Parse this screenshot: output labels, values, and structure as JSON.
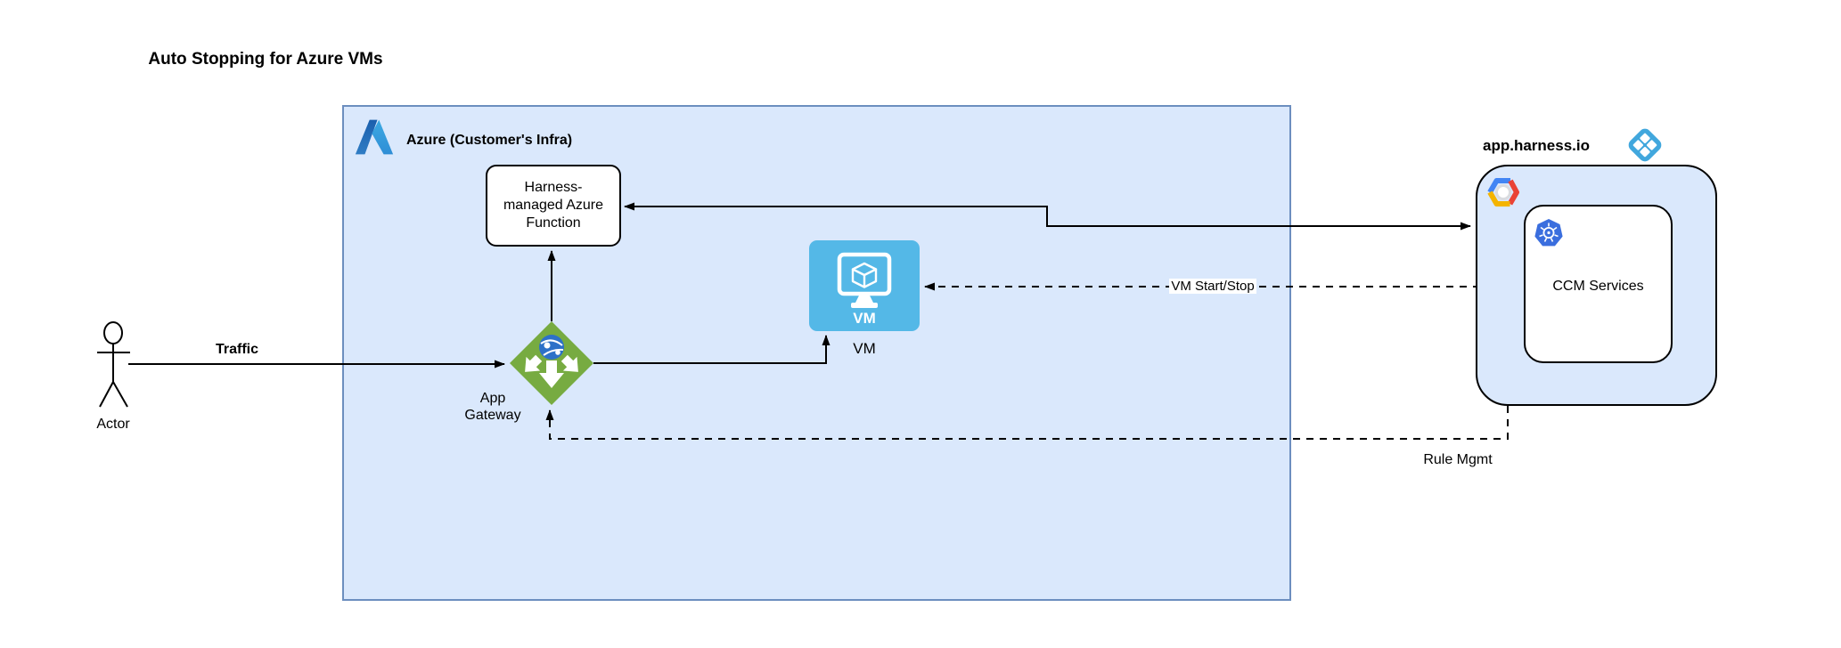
{
  "diagram": {
    "title": "Auto Stopping for Azure VMs",
    "actor": {
      "label": "Actor"
    },
    "connectors": {
      "traffic": {
        "label": "Traffic",
        "style": "solid"
      },
      "gateway_to_function": {
        "label": "",
        "style": "solid"
      },
      "gateway_to_vm": {
        "label": "",
        "style": "solid"
      },
      "function_harness": {
        "label": "",
        "style": "solid"
      },
      "vm_start_stop": {
        "label": "VM Start/Stop",
        "style": "dashed"
      },
      "rule_mgmt": {
        "label": "Rule Mgmt",
        "style": "dashed"
      }
    },
    "azure_group": {
      "label": "Azure (Customer's Infra)",
      "fill": "#dae8fc",
      "border": "#6c8ebf",
      "function_node": {
        "label": "Harness-managed Azure Function"
      },
      "app_gateway": {
        "label": "App Gateway",
        "fill": "#77ab41"
      },
      "vm": {
        "icon_label": "VM",
        "label": "VM",
        "fill": "#54b8e7"
      }
    },
    "harness_group": {
      "label": "app.harness.io",
      "fill": "#dae8fc",
      "ccm_services": {
        "label": "CCM Services"
      }
    },
    "icons": {
      "azure_logo": "azure-logo",
      "harness_logo": "harness-logo",
      "gcp_logo": "gcp-logo",
      "kubernetes_logo": "kubernetes-logo",
      "app_gateway_icon": "azure-app-gateway-icon",
      "vm_icon": "azure-vm-icon",
      "actor_icon": "actor-stick-figure"
    },
    "colors": {
      "group_fill": "#dae8fc",
      "azure_border": "#6c8ebf",
      "vm_fill": "#54b8e7",
      "gateway_green": "#77ab41",
      "line": "#000000"
    }
  }
}
